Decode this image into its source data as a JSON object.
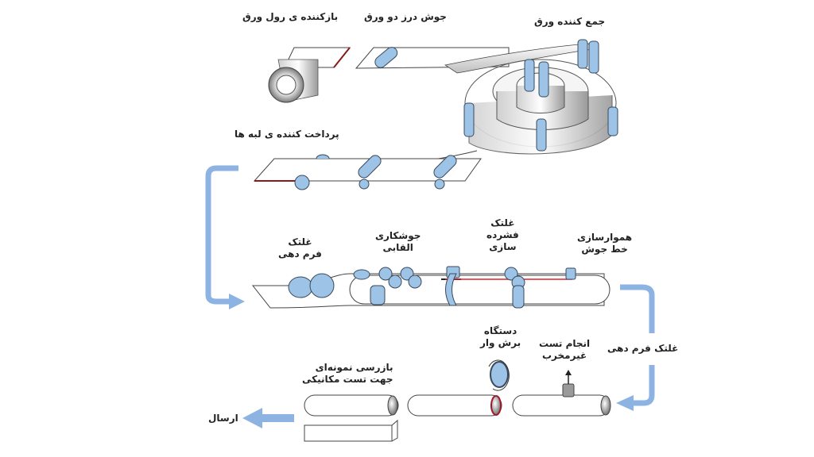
{
  "title": "Spiral welded pipe production process",
  "colors": {
    "roller_fill": "#9dc3e6",
    "roller_stroke": "#3a4a5c",
    "flow_arrow": "#8db3e2",
    "weld_line": "#e0202a",
    "sheet_stroke": "#444444",
    "background": "#ffffff"
  },
  "labels": {
    "decoiler": "بازکننده ی رول ورق",
    "strip_welding": "جوش درز دو ورق",
    "accumulator": "جمع کننده ورق",
    "edge_milling": "پرداخت کننده ی لبه ها",
    "forming_roller": [
      "غلتک",
      "فرم دهی"
    ],
    "arc_welding": [
      "جوشکاری",
      "القابی"
    ],
    "pressure_roller": [
      "غلتک",
      "فشرده",
      "سازی"
    ],
    "weld_smoothing": [
      "هموارسازی",
      "خط جوش"
    ],
    "forming_roller_side": "غلتک فرم دهی",
    "cutting_machine": [
      "دستگاه",
      "برش وار"
    ],
    "ndt": [
      "انجام تست",
      "غیرمخرب"
    ],
    "sample_inspection": [
      "بازرسی نمونه‌ای",
      "جهت تست مکانیکی"
    ],
    "shipping": "ارسال"
  }
}
